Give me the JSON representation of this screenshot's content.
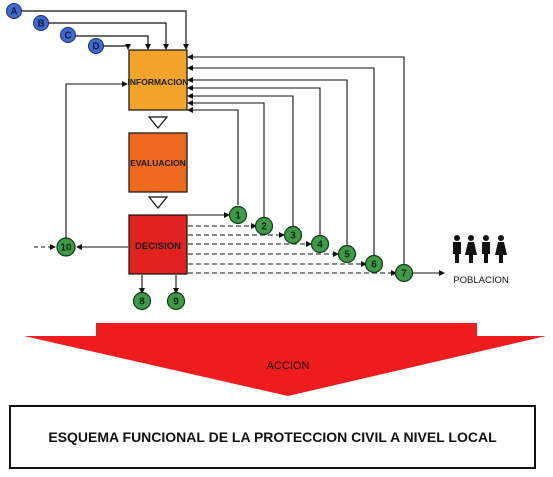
{
  "diagram": {
    "inputs": [
      "A",
      "B",
      "C",
      "D"
    ],
    "boxes": {
      "informacion": "INFORMACION",
      "evaluacion": "EVALUACION",
      "decision": "DECISION"
    },
    "action_nodes": [
      "1",
      "2",
      "3",
      "4",
      "5",
      "6",
      "7"
    ],
    "lower_nodes": [
      "8",
      "9"
    ],
    "left_node": "10",
    "population_label": "POBLACION",
    "action_label": "ACCION",
    "caption": "ESQUEMA FUNCIONAL DE LA PROTECCION CIVIL A NIVEL LOCAL",
    "colors": {
      "informacion": "#f2a52a",
      "evaluacion": "#ef6a1f",
      "decision": "#e0231f",
      "node_green": "#3f9a47",
      "input_blue": "#3f6ad0",
      "arrow_red": "#ee1c1c"
    }
  }
}
